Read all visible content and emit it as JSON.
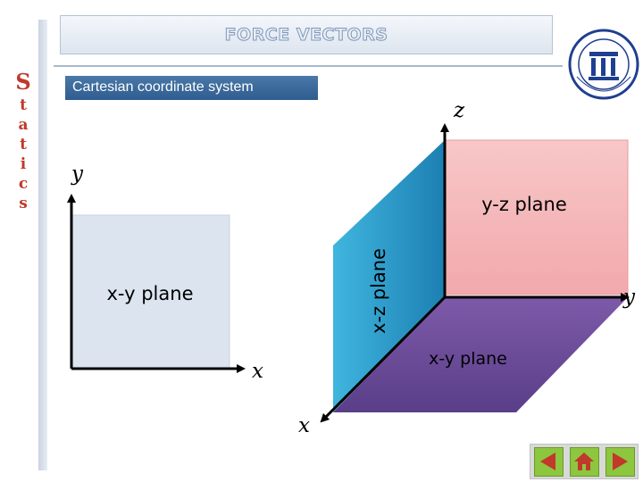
{
  "title": "FORCE VECTORS",
  "sidebar_word": [
    "S",
    "t",
    "a",
    "t",
    "i",
    "c",
    "s"
  ],
  "subtitle": "Cartesian coordinate system",
  "diagram": {
    "left_plane_label": "x-y plane",
    "left_x_axis": "x",
    "left_y_axis": "y",
    "yz_plane_label": "y-z plane",
    "xz_plane_label": "x-z plane",
    "xy_plane_label": "x-y plane",
    "axis_z": "z",
    "axis_y": "y",
    "axis_x": "x"
  },
  "colors": {
    "accent_red": "#c0392b",
    "header_blue": "#2f5d8f",
    "xy_plane_left": "#dbe4ef",
    "yz_plane": "#f7c4c4",
    "xz_plane": "#27a3d3",
    "xy_plane_right": "#6b4e9b",
    "nav_green": "#8dc63f"
  },
  "nav": {
    "prev_icon": "triangle-left-icon",
    "home_icon": "home-icon",
    "next_icon": "triangle-right-icon"
  }
}
